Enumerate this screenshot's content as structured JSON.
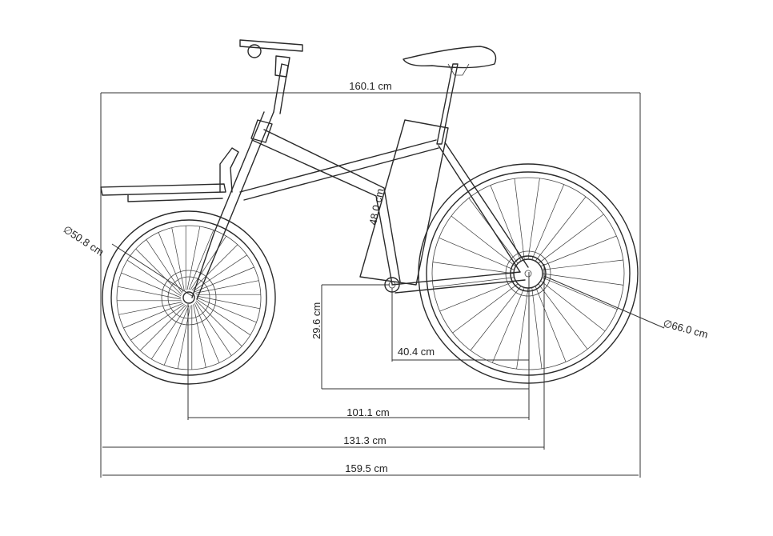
{
  "title": "",
  "colors": {
    "line": "#333333",
    "background": "#ffffff"
  },
  "dimensions": {
    "top_width": "160.1 cm",
    "seat_tube": "48.0 cm",
    "front_wheel_diameter": "50.8 cm",
    "rear_wheel_diameter": "66.0 cm",
    "bb_height": "29.6 cm",
    "chainstay": "40.4 cm",
    "wheelbase": "101.1 cm",
    "front_to_rear_axle": "131.3 cm",
    "overall_length": "159.5 cm"
  },
  "symbols": {
    "diameter": "∅"
  }
}
